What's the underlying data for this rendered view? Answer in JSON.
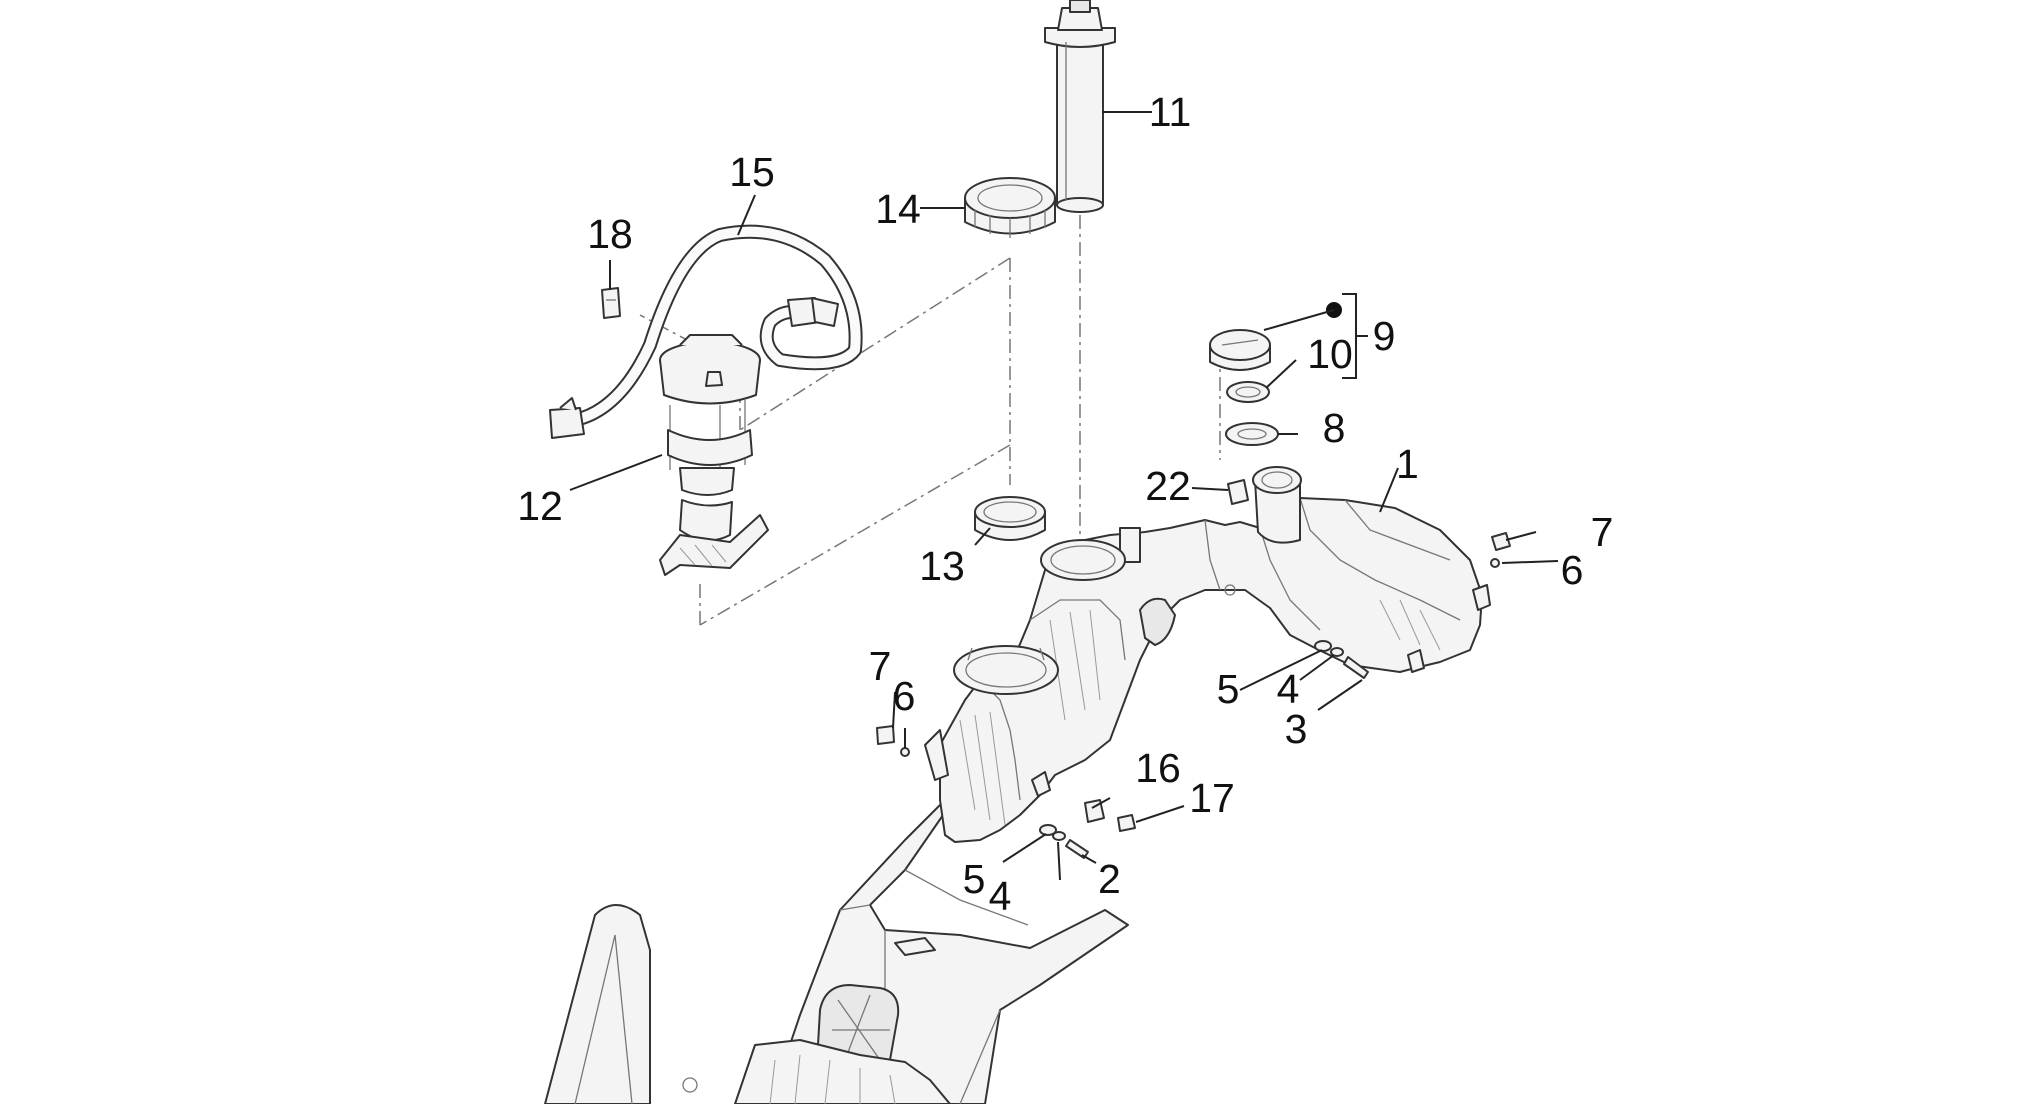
{
  "callouts": [
    {
      "id": "c1",
      "label": "1"
    },
    {
      "id": "c2",
      "label": "2"
    },
    {
      "id": "c3",
      "label": "3"
    },
    {
      "id": "c4a",
      "label": "4"
    },
    {
      "id": "c4b",
      "label": "4"
    },
    {
      "id": "c5a",
      "label": "5"
    },
    {
      "id": "c5b",
      "label": "5"
    },
    {
      "id": "c6a",
      "label": "6"
    },
    {
      "id": "c6b",
      "label": "6"
    },
    {
      "id": "c7a",
      "label": "7"
    },
    {
      "id": "c7b",
      "label": "7"
    },
    {
      "id": "c8",
      "label": "8"
    },
    {
      "id": "c9",
      "label": "9"
    },
    {
      "id": "c10",
      "label": "10"
    },
    {
      "id": "c11",
      "label": "11"
    },
    {
      "id": "c12",
      "label": "12"
    },
    {
      "id": "c13",
      "label": "13"
    },
    {
      "id": "c14",
      "label": "14"
    },
    {
      "id": "c15",
      "label": "15"
    },
    {
      "id": "c16",
      "label": "16"
    },
    {
      "id": "c17",
      "label": "17"
    },
    {
      "id": "c18",
      "label": "18"
    },
    {
      "id": "c22",
      "label": "22"
    }
  ],
  "colors": {
    "line": "#333333",
    "fill": "#f4f4f4",
    "text": "#111111",
    "background": "#ffffff"
  }
}
